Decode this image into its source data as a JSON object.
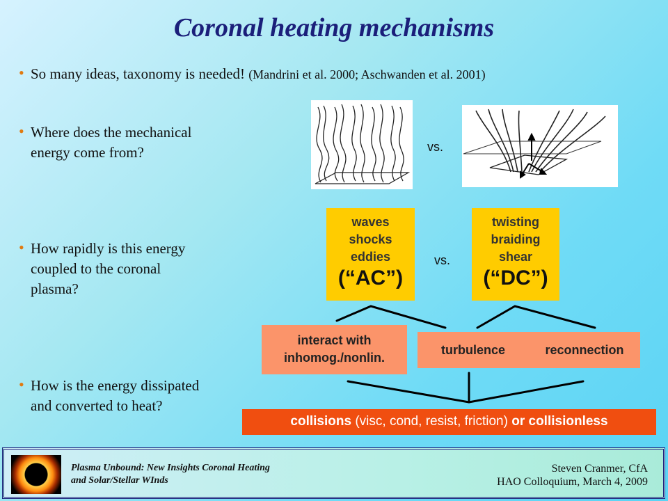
{
  "slide": {
    "title": "Coronal heating mechanisms",
    "bullets": [
      {
        "text": "So many ideas, taxonomy is needed!",
        "cite": "(Mandrini et al. 2000; Aschwanden et al. 2001)"
      },
      {
        "line1": "Where does the mechanical",
        "line2": "energy come from?"
      },
      {
        "line1": "How rapidly is this energy",
        "line2": "coupled to the coronal",
        "line3": "plasma?"
      },
      {
        "line1": "How is the energy dissipated",
        "line2": "and converted to heat?"
      }
    ],
    "vs_top": "vs.",
    "vs_mid": "vs.",
    "ac_box": {
      "lines": [
        "waves",
        "shocks",
        "eddies"
      ],
      "big": "(“AC”)"
    },
    "dc_box": {
      "lines": [
        "twisting",
        "braiding",
        "shear"
      ],
      "big": "(“DC”)"
    },
    "interact_box": {
      "line1": "interact with",
      "line2": "inhomog./nonlin."
    },
    "turbulence_box": "turbulence",
    "reconnection_box": "reconnection",
    "collisions_box": {
      "bold1": "collisions",
      "middle": " (visc, cond, resist, friction) ",
      "bold2": "or collisionless"
    },
    "footer": {
      "left_line1": "Plasma Unbound:  New Insights Coronal Heating",
      "left_line2": "and Solar/Stellar WInds",
      "right_line1": "Steven Cranmer,  CfA",
      "right_line2": "HAO Colloquium, March 4, 2009"
    },
    "colors": {
      "title": "#1b1f7a",
      "bullet_dot": "#e07a10",
      "yellow_box": "#ffcc00",
      "orange_box": "#fb946a",
      "red_box": "#f04e10"
    }
  }
}
